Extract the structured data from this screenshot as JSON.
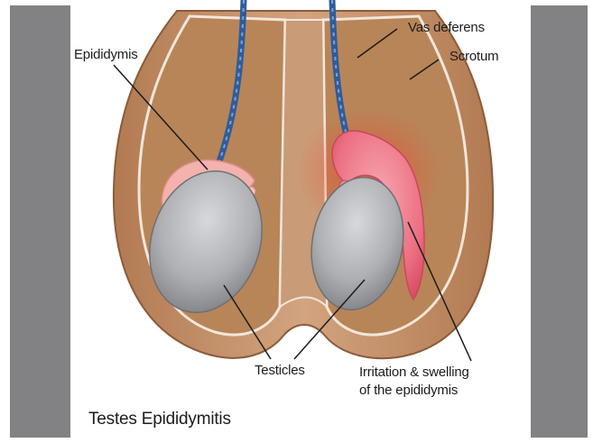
{
  "labels": {
    "vas_deferens": "Vas deferens",
    "scrotum": "Scrotum",
    "epididymis": "Epididymis",
    "testicles": "Testicles",
    "irritation_line1": "Irritation & swelling",
    "irritation_line2": "of the epididymis"
  },
  "caption": "Testes Epididymitis",
  "colors": {
    "side_bars": "#828284",
    "scrotum_skin": "#c99b76",
    "scrotum_inner": "#b88558",
    "epididymis_normal": "#f3b2ae",
    "epididymis_inflamed": "#ee7f8c",
    "testicle": "#b3b4b8",
    "vas_deferens": "#2f5c9a"
  }
}
